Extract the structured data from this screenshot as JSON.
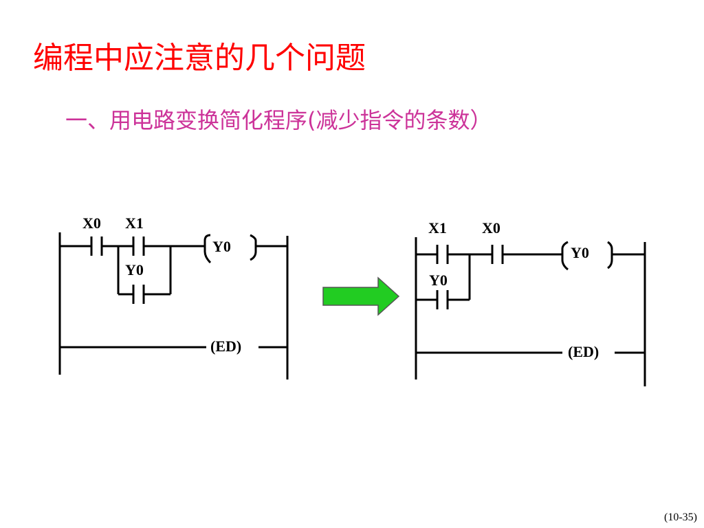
{
  "title": "编程中应注意的几个问题",
  "subtitle": "一、用电路变换简化程序(减少指令的条数）",
  "page_number": "(10-35)",
  "left_diagram": {
    "contact1_label": "X0",
    "contact2_label": "X1",
    "parallel_contact_label": "Y0",
    "coil_label": "Y0",
    "end_label": "(ED)"
  },
  "right_diagram": {
    "contact1_label": "X1",
    "parallel_contact_label": "Y0",
    "contact2_label": "X0",
    "coil_label": "Y0",
    "end_label": "(ED)"
  },
  "arrow_color": "#22cc22"
}
